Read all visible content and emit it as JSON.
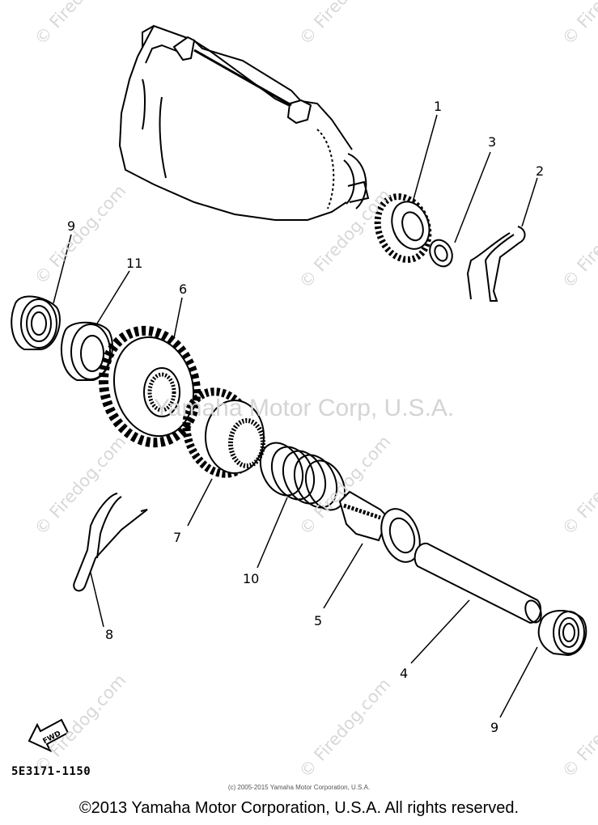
{
  "callouts": [
    "1",
    "3",
    "2",
    "9",
    "11",
    "6",
    "7",
    "10",
    "5",
    "8",
    "4",
    "9"
  ],
  "watermark_text": "© Firedog.com",
  "center_watermark": "Yamaha Motor Corp, U.S.A.",
  "fwd_label": "FWD",
  "part_code": "5E3171-1150",
  "small_copyright": "(c) 2005-2015 Yamaha Motor Corporation, U.S.A.",
  "copyright": "©2013 Yamaha Motor Corporation, U.S.A. All rights reserved."
}
